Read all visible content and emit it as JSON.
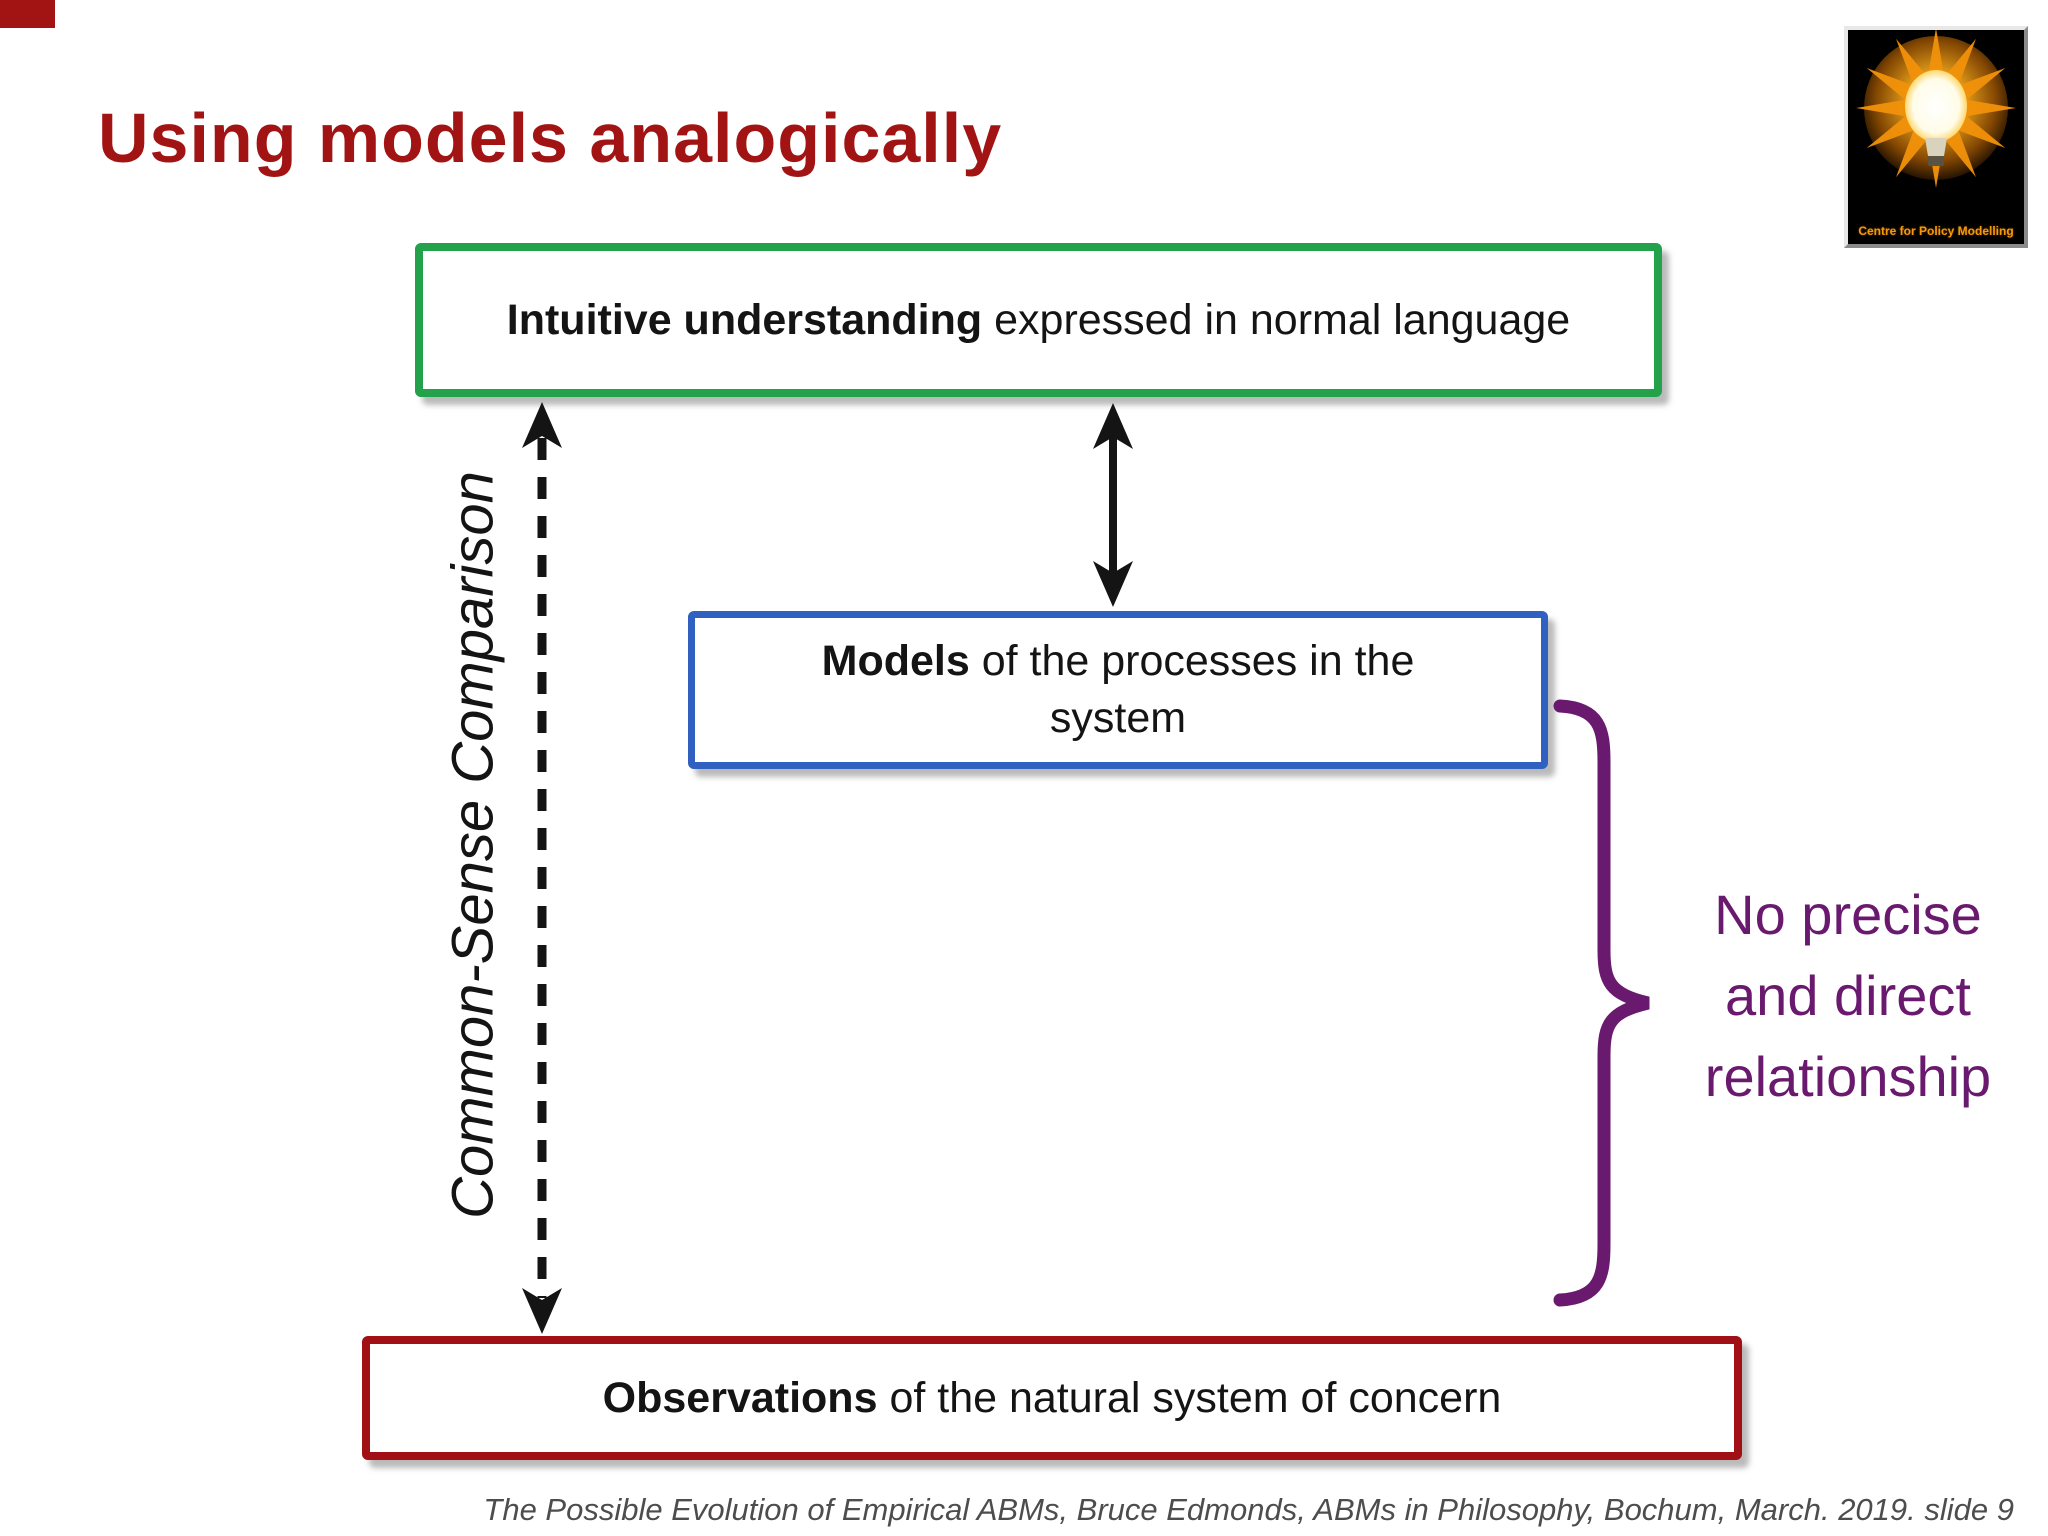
{
  "slide": {
    "title": "Using models analogically",
    "footer": "The Possible Evolution of Empirical ABMs, Bruce Edmonds, ABMs in Philosophy, Bochum, March. 2019. slide 9"
  },
  "logo": {
    "caption": "Centre for Policy Modelling",
    "icon": "lightbulb-starburst-icon"
  },
  "boxes": {
    "intuitive": {
      "lead": "Intuitive understanding",
      "rest": " expressed in normal language"
    },
    "models": {
      "lead": "Models",
      "rest": " of the processes in the system"
    },
    "observations": {
      "lead": "Observations",
      "rest": " of the natural system of concern"
    }
  },
  "labels": {
    "comparison": "Common-Sense Comparison",
    "brace_lines": [
      "No precise",
      "and direct",
      "relationship"
    ]
  },
  "connectors": {
    "solid_double_arrow": "between intuitive-understanding box and models box",
    "dashed_double_arrow": "between intuitive-understanding box and observations box",
    "brace": "no precise and direct relationship between models and observations"
  },
  "colors": {
    "title_red": "#a21414",
    "green_border": "#23a24b",
    "blue_border": "#3060c0",
    "red_border": "#a01014",
    "purple": "#6a1a6e",
    "footer_gray": "#4d4d4d",
    "arrow_black": "#141414"
  }
}
